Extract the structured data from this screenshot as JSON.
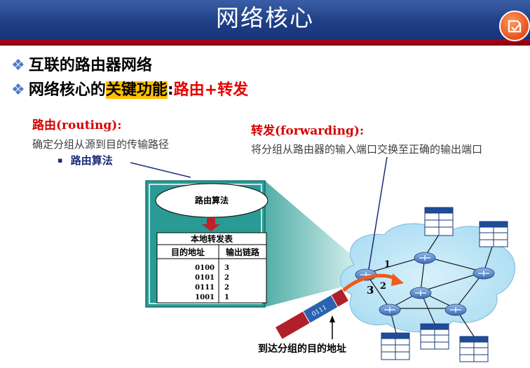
{
  "title": "网络核心",
  "bullets": [
    {
      "text": "互联的路由器网络"
    },
    {
      "prefix": "网络核心的",
      "highlight": "关键功能",
      "colon": ":",
      "red_text": "路由+转发"
    }
  ],
  "routing": {
    "heading": "路由(routing):",
    "description": "确定分组从源到目的传输路径",
    "sub_bullet_marker": "▪",
    "sub_bullet": "路由算法"
  },
  "forwarding": {
    "heading": "转发(forwarding):",
    "description": "将分组从路由器的输入端口交换至正确的输出端口"
  },
  "router_box": {
    "algorithm_label": "路由算法",
    "table_title": "本地转发表",
    "col_dest": "目的地址",
    "col_link": "输出链路",
    "rows": [
      {
        "dest": "0100",
        "link": "3"
      },
      {
        "dest": "0101",
        "link": "2"
      },
      {
        "dest": "0111",
        "link": "2"
      },
      {
        "dest": "1001",
        "link": "1"
      }
    ]
  },
  "network": {
    "port_labels": [
      "1",
      "2",
      "3"
    ],
    "packet_header": "0111",
    "caption": "到达分组的目的地址"
  },
  "colors": {
    "title_bar": "#1f3f86",
    "title_red_line": "#b2001e",
    "highlight": "#ffc000",
    "red_text": "#e60000",
    "box_teal": "#2a9a95",
    "network_cloud": "#bfe7f6"
  }
}
